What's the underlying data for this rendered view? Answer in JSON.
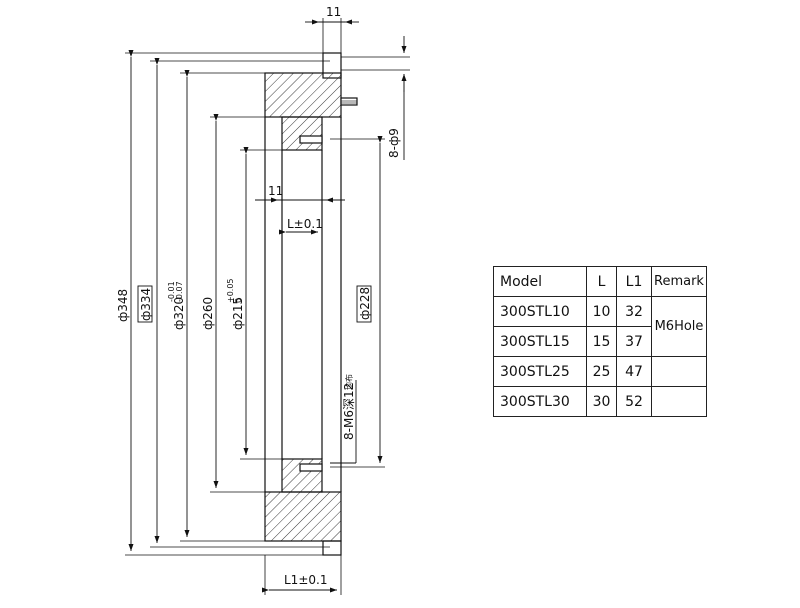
{
  "drawing": {
    "dims": {
      "d348": "ф348",
      "d334": "ф334",
      "d320": "ф320",
      "d320_tol_upper": "-0.01",
      "d320_tol_lower": "-0.07",
      "d260": "ф260",
      "d215": "ф215",
      "d215_tol_upper": "+0.05",
      "d215_tol_lower": "0",
      "d228": "ф228",
      "width_top": "11",
      "width_mid": "11",
      "length_L": "L±0.1",
      "length_L1": "L1±0.1",
      "holes_9": "8-ф9",
      "holes_m6": "8-M6深12",
      "holes_m6_note": "均布"
    }
  },
  "table": {
    "headers": [
      "Model",
      "L",
      "L1",
      "Remark"
    ],
    "rows": [
      {
        "model": "300STL10",
        "L": "10",
        "L1": "32"
      },
      {
        "model": "300STL15",
        "L": "15",
        "L1": "37"
      },
      {
        "model": "300STL25",
        "L": "25",
        "L1": "47"
      },
      {
        "model": "300STL30",
        "L": "30",
        "L1": "52"
      }
    ],
    "remark": "M6Hole"
  }
}
